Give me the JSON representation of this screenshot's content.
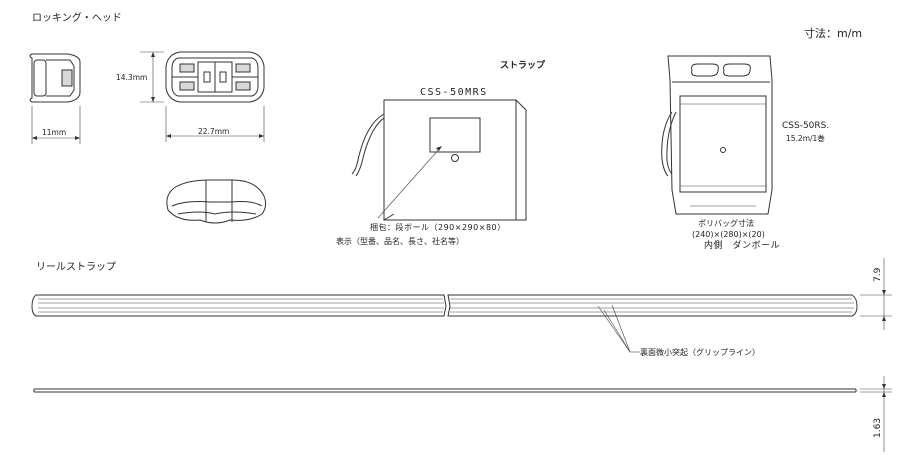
{
  "labels": {
    "locking_head": "ロッキング・ヘッド",
    "unit": "寸法：m/m",
    "dim_width": "11mm",
    "dim_height": "14.3mm",
    "dim_length": "22.7mm",
    "strap_title": "ストラップ",
    "box_model": "CSS-50MRS",
    "packing": "梱包：段ボール（290×290×80）",
    "display": "表示（型番、品名、長さ、社名等）",
    "bag_model": "CSS-50RS.",
    "bag_spec": "15.2m/1巻",
    "bag_dims_title": "ポリバッグ寸法",
    "bag_dims": "(240)×(280)×(20)",
    "inner": "内側　ダンボール",
    "reel_strap": "リールストラップ",
    "dim_79": "7.9",
    "grip": "裏面微小突起（グリップライン）",
    "dim_163": "1.63"
  }
}
